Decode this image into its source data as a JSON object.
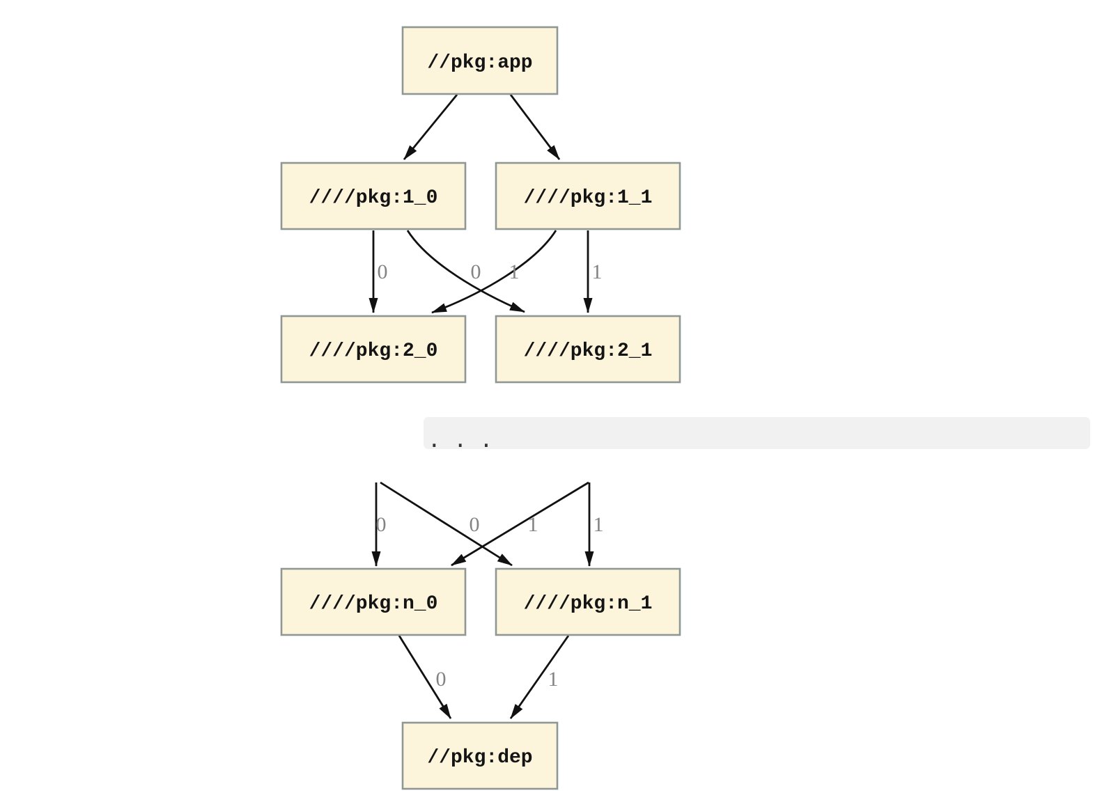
{
  "diagram": {
    "type": "dependency-graph",
    "ellipsis": ". . .",
    "colors": {
      "node_fill": "#fcf5dc",
      "node_border": "#8f9794",
      "edge": "#111111",
      "edge_label": "#838383",
      "band_bg": "#f1f1f1"
    },
    "nodes": {
      "app": {
        "label": "//pkg:app"
      },
      "l1_0": {
        "label": "////pkg:1_0"
      },
      "l1_1": {
        "label": "////pkg:1_1"
      },
      "l2_0": {
        "label": "////pkg:2_0"
      },
      "l2_1": {
        "label": "////pkg:2_1"
      },
      "ln_0": {
        "label": "////pkg:n_0"
      },
      "ln_1": {
        "label": "////pkg:n_1"
      },
      "dep": {
        "label": "//pkg:dep"
      }
    },
    "edges": [
      {
        "from": "app",
        "to": "l1_0",
        "label": ""
      },
      {
        "from": "app",
        "to": "l1_1",
        "label": ""
      },
      {
        "from": "l1_0",
        "to": "l2_0",
        "label": "0"
      },
      {
        "from": "l1_0",
        "to": "l2_1",
        "label": "1"
      },
      {
        "from": "l1_1",
        "to": "l2_0",
        "label": "0"
      },
      {
        "from": "l1_1",
        "to": "l2_1",
        "label": "1"
      },
      {
        "from": "...",
        "to": "ln_0",
        "label": "0"
      },
      {
        "from": "...",
        "to": "ln_1",
        "label": "1"
      },
      {
        "from": "...",
        "to": "ln_0",
        "label": "0"
      },
      {
        "from": "...",
        "to": "ln_1",
        "label": "1"
      },
      {
        "from": "ln_0",
        "to": "dep",
        "label": "0"
      },
      {
        "from": "ln_1",
        "to": "dep",
        "label": "1"
      }
    ]
  }
}
